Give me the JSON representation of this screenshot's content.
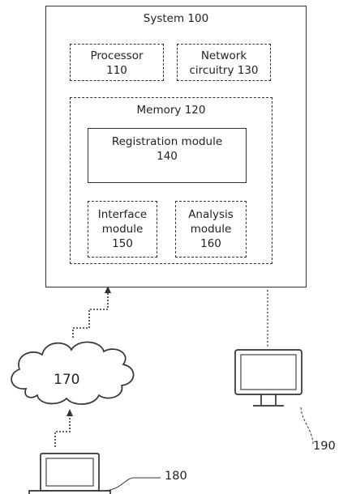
{
  "system": {
    "label": "System 100"
  },
  "processor": {
    "line1": "Processor",
    "line2": "110"
  },
  "network": {
    "line1": "Network",
    "line2": "circuitry 130"
  },
  "memory": {
    "label": "Memory 120"
  },
  "registration": {
    "line1": "Registration module",
    "line2": "140"
  },
  "interface": {
    "line1": "Interface",
    "line2": "module",
    "line3": "150"
  },
  "analysis": {
    "line1": "Analysis",
    "line2": "module",
    "line3": "160"
  },
  "cloud": {
    "label": "170"
  },
  "laptop": {
    "label": "180"
  },
  "monitor": {
    "label": "190"
  }
}
